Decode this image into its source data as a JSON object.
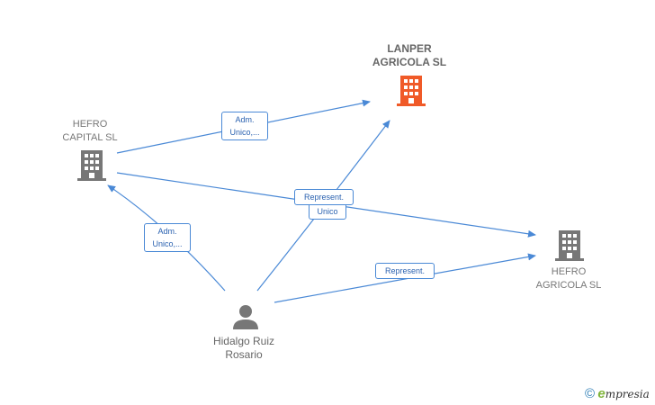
{
  "nodes": {
    "lanper": {
      "line1": "LANPER",
      "line2": "AGRICOLA  SL",
      "color": "#f05a28"
    },
    "hefro_capital": {
      "line1": "HEFRO",
      "line2": "CAPITAL  SL",
      "color": "#777777"
    },
    "hefro_agricola": {
      "line1": "HEFRO",
      "line2": "AGRICOLA  SL",
      "color": "#777777"
    },
    "person": {
      "line1": "Hidalgo Ruiz",
      "line2": "Rosario"
    }
  },
  "edges": {
    "capital_to_lanper": {
      "line1": "Adm.",
      "line2": "Unico,..."
    },
    "person_to_capital": {
      "line1": "Adm.",
      "line2": "Unico,..."
    },
    "capital_to_agricola": {
      "line1": "Represent."
    },
    "person_to_lanper": {
      "line1": "Unico"
    },
    "person_to_agricola": {
      "line1": "Represent."
    }
  },
  "colors": {
    "edge": "#4a89d6",
    "building_gray": "#777777",
    "building_orange": "#f05a28"
  },
  "footer": {
    "copyright": "©",
    "brand_e": "e",
    "brand": "mpresia"
  }
}
